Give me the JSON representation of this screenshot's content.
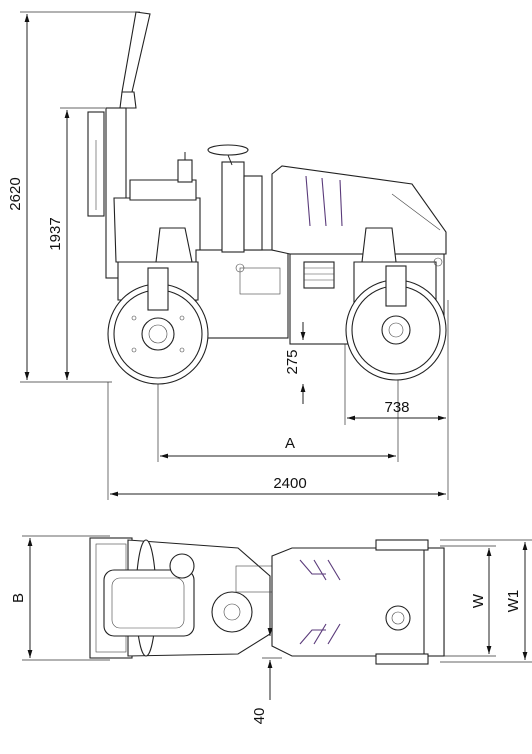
{
  "side_view": {
    "dims": {
      "overall_height": "2620",
      "rops_height": "1937",
      "ground_clearance": "275",
      "drum_offset": "738",
      "wheelbase": "A",
      "overall_length": "2400"
    }
  },
  "top_view": {
    "dims": {
      "overall_width": "B",
      "drum_width": "W",
      "total_width": "W1",
      "side_clearance": "40"
    }
  },
  "colors": {
    "line": "#222222",
    "accent": "#5a3a7a"
  }
}
